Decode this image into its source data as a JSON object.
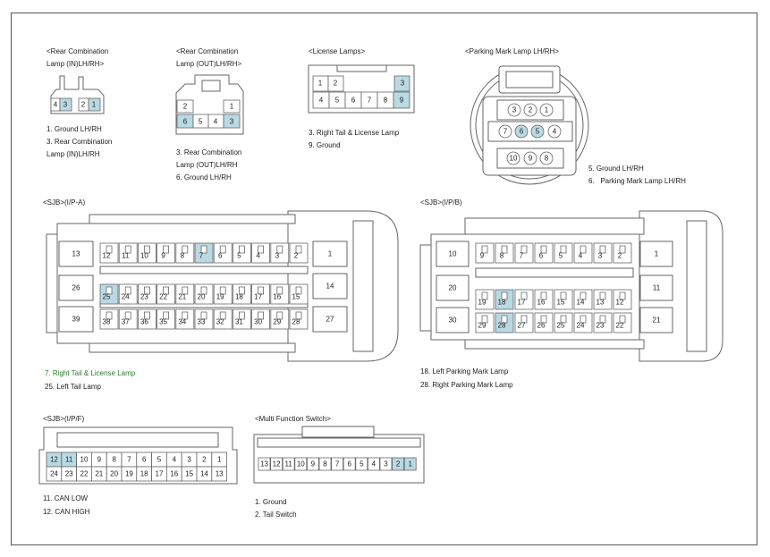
{
  "colors": {
    "highlight": "#b9d9e3",
    "line": "#666666",
    "label_green": "#2f7a2f"
  },
  "connectors": {
    "rear_comb_in": {
      "title_1": "<Rear Combination",
      "title_2": "Lamp (IN)LH/RH>",
      "pins": [
        "4",
        "3",
        "2",
        "1"
      ],
      "legend": [
        "1. Ground LH/RH",
        "3. Rear Combination",
        "Lamp (IN)LH/RH"
      ]
    },
    "rear_comb_out": {
      "title_1": "<Rear Combination",
      "title_2": "Lamp (OUT)LH/RH>",
      "pins_top": [
        "2",
        "1"
      ],
      "pins_bottom": [
        "6",
        "5",
        "4",
        "3"
      ],
      "legend": [
        "3. Rear Combination",
        "Lamp (OUT)LH/RH",
        "6. Ground LH/RH"
      ]
    },
    "license": {
      "title": "<License Lamps>",
      "pins_top": [
        "1",
        "2",
        "3"
      ],
      "pins_bottom": [
        "4",
        "5",
        "6",
        "7",
        "8",
        "9"
      ],
      "legend": [
        "3. Right Tail & License Lamp",
        "9. Ground"
      ]
    },
    "parking": {
      "title": "<Parking Mark Lamp LH/RH>",
      "row1": [
        "3",
        "2",
        "1"
      ],
      "row2": [
        "7",
        "6",
        "5",
        "4"
      ],
      "row3": [
        "10",
        "9",
        "8"
      ],
      "legend": [
        "5. Ground LH/RH",
        "6.   Parking Mark Lamp LH/RH"
      ]
    },
    "sjb_ipa": {
      "title": "<SJB>(I/P-A)",
      "big": [
        "13",
        "26",
        "39",
        "1",
        "14",
        "27"
      ],
      "row1": [
        "12",
        "11",
        "10",
        "9",
        "8",
        "7",
        "6",
        "5",
        "4",
        "3",
        "2"
      ],
      "row2": [
        "25",
        "24",
        "23",
        "22",
        "21",
        "20",
        "19",
        "18",
        "17",
        "16",
        "15"
      ],
      "row3": [
        "38",
        "37",
        "36",
        "35",
        "34",
        "33",
        "32",
        "31",
        "30",
        "29",
        "28"
      ],
      "legend": [
        "7. Right Tail & License Lamp",
        "25. Left Tail Lamp"
      ]
    },
    "sjb_ipb": {
      "title": "<SJB>(I/P/B)",
      "big": [
        "10",
        "20",
        "30",
        "1",
        "11",
        "21"
      ],
      "row1": [
        "9",
        "8",
        "7",
        "6",
        "5",
        "4",
        "3",
        "2"
      ],
      "row2": [
        "19",
        "18",
        "17",
        "16",
        "15",
        "14",
        "13",
        "12"
      ],
      "row3": [
        "29",
        "28",
        "27",
        "26",
        "25",
        "24",
        "23",
        "22"
      ],
      "legend": [
        "18. Left Parking Mark Lamp",
        "28. Right Parking Mark Lamp"
      ]
    },
    "sjb_ipf": {
      "title": "<SJB>(I/P/F)",
      "row1": [
        "12",
        "11",
        "10",
        "9",
        "8",
        "7",
        "6",
        "5",
        "4",
        "3",
        "2",
        "1"
      ],
      "row2": [
        "24",
        "23",
        "22",
        "21",
        "20",
        "19",
        "18",
        "17",
        "16",
        "15",
        "14",
        "13"
      ],
      "legend": [
        "11. CAN LOW",
        "12. CAN HIGH"
      ]
    },
    "mfs": {
      "title": "<Multi Function Switch>",
      "pins": [
        "13",
        "12",
        "11",
        "10",
        "9",
        "8",
        "7",
        "6",
        "5",
        "4",
        "3",
        "2",
        "1"
      ],
      "legend": [
        "1. Ground",
        "2. Tail Switch"
      ]
    }
  }
}
